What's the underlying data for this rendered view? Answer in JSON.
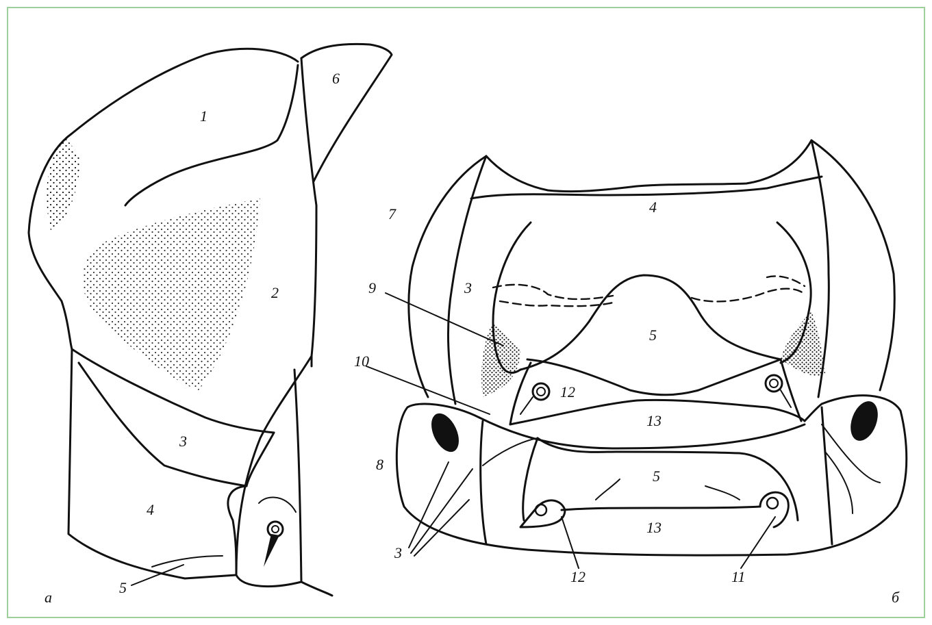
{
  "panels": {
    "a": {
      "letter": "a",
      "labels": [
        "1",
        "2",
        "3",
        "4",
        "5",
        "6"
      ]
    },
    "b": {
      "letter": "б",
      "labels": [
        "4",
        "7",
        "3",
        "9",
        "5",
        "10",
        "12",
        "13",
        "8",
        "5",
        "13",
        "3",
        "12",
        "11"
      ]
    }
  },
  "colors": {
    "line": "#111111",
    "frame": "#9ccf9a",
    "background": "#ffffff"
  }
}
